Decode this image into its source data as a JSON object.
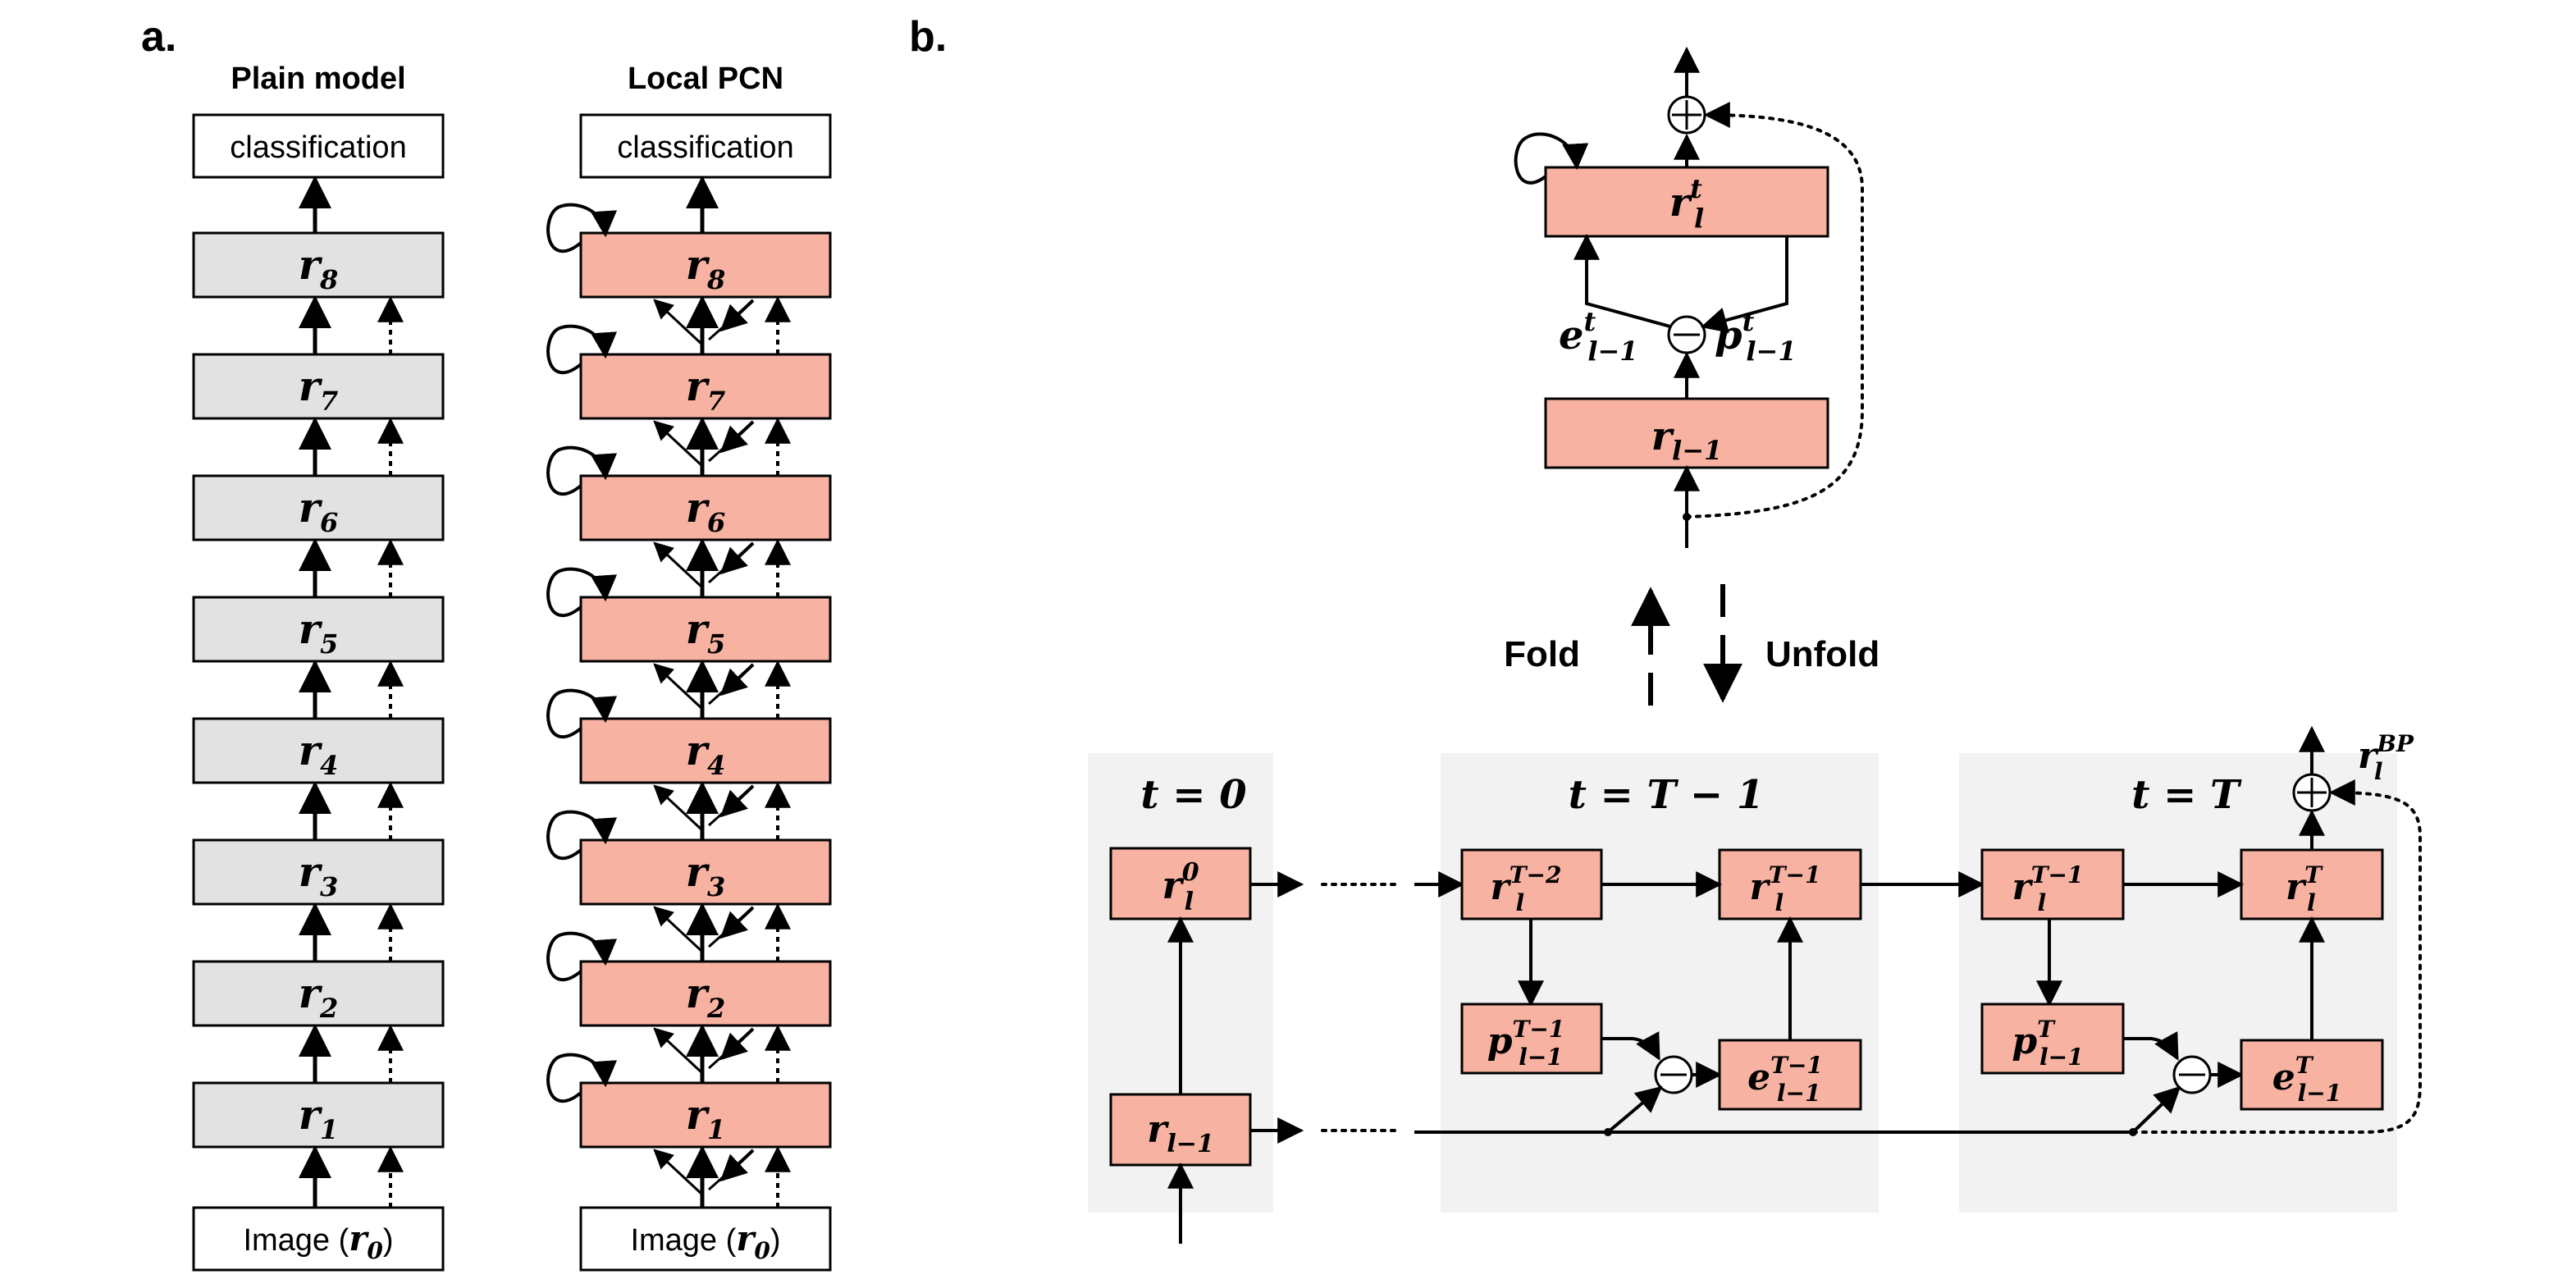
{
  "panel_a": {
    "label": "a.",
    "plain_title": "Plain model",
    "pcn_title": "Local PCN",
    "top_box": "classification",
    "bottom_box": {
      "text": "Image (",
      "var": "r",
      "sub": "0",
      "close": ")"
    },
    "layers": [
      {
        "var": "r",
        "sub": "8"
      },
      {
        "var": "r",
        "sub": "7"
      },
      {
        "var": "r",
        "sub": "6"
      },
      {
        "var": "r",
        "sub": "5"
      },
      {
        "var": "r",
        "sub": "4"
      },
      {
        "var": "r",
        "sub": "3"
      },
      {
        "var": "r",
        "sub": "2"
      },
      {
        "var": "r",
        "sub": "1"
      }
    ]
  },
  "panel_b": {
    "label": "b.",
    "fold_label": "Fold",
    "unfold_label": "Unfold",
    "folded": {
      "top_box": {
        "var": "r",
        "sub": "l",
        "sup": "t"
      },
      "bottom_box": {
        "var": "r",
        "sub": "l−1"
      },
      "error_label": {
        "var": "e",
        "sub": "l−1",
        "sup": "t"
      },
      "prediction_label": {
        "var": "p",
        "sub": "l−1",
        "sup": "t"
      },
      "subtract_symbol": "−",
      "add_symbol": "+"
    },
    "unrolled": {
      "frame_titles": [
        "t = 0",
        "t = T − 1",
        "t = T"
      ],
      "t0_top": {
        "var": "r",
        "sub": "l",
        "sup": "0"
      },
      "t0_bottom": {
        "var": "r",
        "sub": "l−1"
      },
      "tm1_r_left": {
        "var": "r",
        "sub": "l",
        "sup": "T−2"
      },
      "tm1_r_right": {
        "var": "r",
        "sub": "l",
        "sup": "T−1"
      },
      "tm1_p": {
        "var": "p",
        "sub": "l−1",
        "sup": "T−1"
      },
      "tm1_e": {
        "var": "e",
        "sub": "l−1",
        "sup": "T−1"
      },
      "t_r_left": {
        "var": "r",
        "sub": "l",
        "sup": "T−1"
      },
      "t_r_right": {
        "var": "r",
        "sub": "l",
        "sup": "T"
      },
      "t_p": {
        "var": "p",
        "sub": "l−1",
        "sup": "T"
      },
      "t_e": {
        "var": "e",
        "sub": "l−1",
        "sup": "T"
      },
      "bp_label": {
        "var": "r",
        "sub": "l",
        "sup": "BP"
      }
    }
  },
  "colors": {
    "gray_fill": "#e2e2e2",
    "pink_fill": "#f8b2a2",
    "frame_fill": "#f2f2f2",
    "stroke": "#000000"
  }
}
